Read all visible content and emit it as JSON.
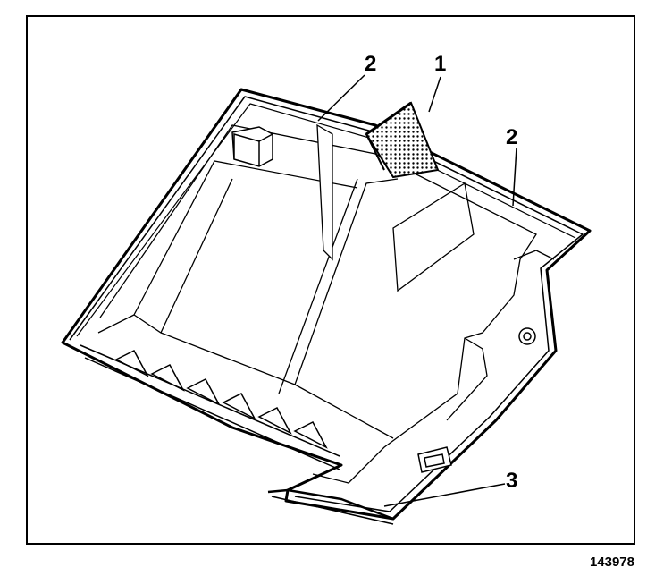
{
  "callouts": {
    "one": "1",
    "two_left": "2",
    "two_right": "2",
    "three": "3"
  },
  "figure_number": "143978"
}
